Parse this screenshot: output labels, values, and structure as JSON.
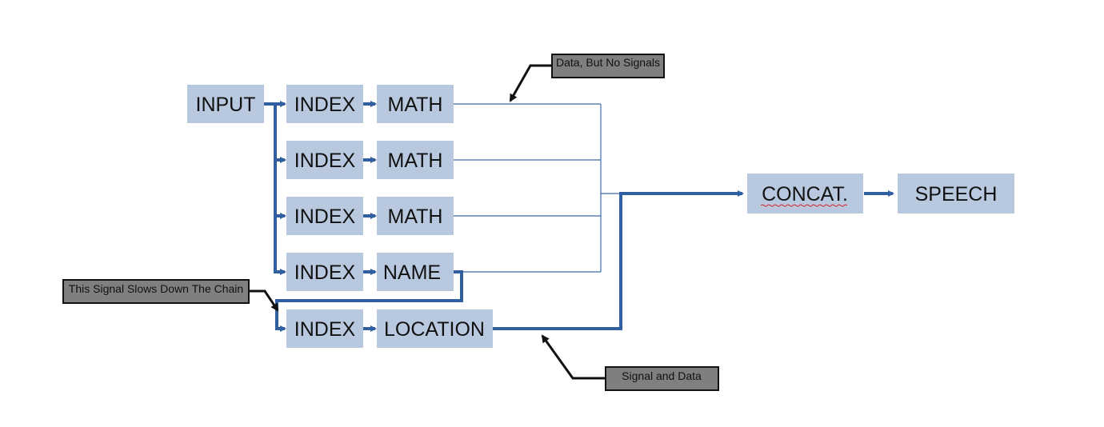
{
  "diagram": {
    "nodes": {
      "input": "INPUT",
      "index_1": "INDEX",
      "math_1": "MATH",
      "index_2": "INDEX",
      "math_2": "MATH",
      "index_3": "INDEX",
      "math_3": "MATH",
      "index_4": "INDEX",
      "name": "NAME",
      "index_5": "INDEX",
      "location": "LOCATION",
      "concat": "CONCAT.",
      "speech": "SPEECH"
    },
    "callouts": {
      "data_no_signals": "Data, But No Signals",
      "signal_slows_chain": "This Signal Slows Down The Chain",
      "signal_and_data": "Signal and Data"
    },
    "colors": {
      "box_fill": "#b8c9df",
      "signal_line": "#2f5f9e",
      "data_line": "#3e6aa6",
      "callout_fill": "#7f7f7f",
      "callout_border": "#111111",
      "spellcheck_underline": "#e02020"
    }
  }
}
